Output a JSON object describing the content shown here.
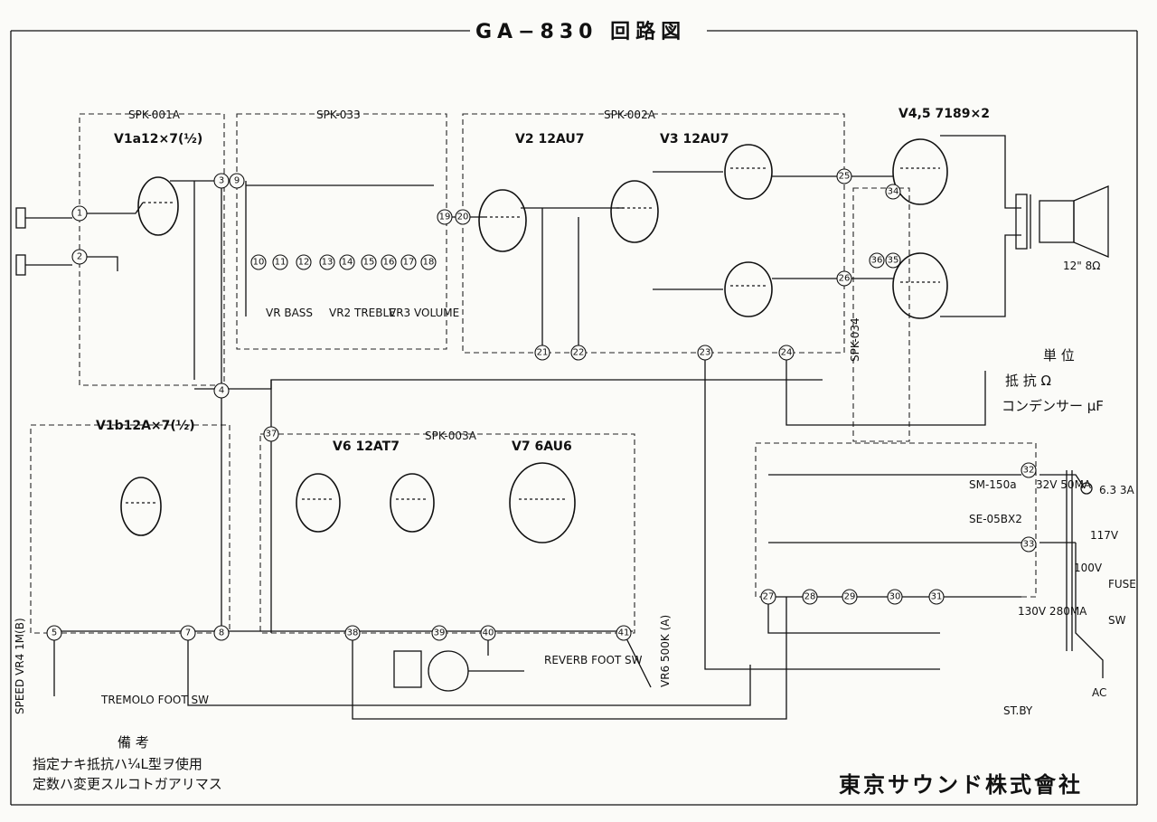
{
  "title": "GA−830 回路図",
  "sections": {
    "spk001a": "SPK-001A",
    "spk033": "SPK-033",
    "spk002a": "SPK-002A",
    "spk003a": "SPK-003A",
    "spk034": "SPK-034"
  },
  "tubes": {
    "v1a": "V1a12×7(½)",
    "v1b": "V1b12A×7(½)",
    "v2": "V2 12AU7",
    "v3": "V3 12AU7",
    "v45": "V4,5 7189×2",
    "v6": "V6 12AT7",
    "v7": "V7 6AU6"
  },
  "controls": {
    "bass": "VR BASS",
    "treble": "VR2 TREBLE",
    "volume": "VR3 VOLUME",
    "speed": "SPEED VR4 1M(B)",
    "tremolo": "TREMOLO FOOT SW",
    "reverb": "REVERB FOOT SW",
    "vr6": "VR6 500K (A)"
  },
  "speaker": "12\" 8Ω",
  "units": {
    "heading": "単 位",
    "resistance": "抵 抗 Ω",
    "capacitor": "コンデンサー μF"
  },
  "power": {
    "heater": "6.3 3A",
    "bias": "32V 50MA",
    "mains": "117V",
    "tap100": "100V",
    "fuse": "FUSE",
    "sw": "SW",
    "hv": "130V 280MA",
    "ac": "AC",
    "standby": "ST.BY",
    "sm": "SM-150a",
    "se": "SE-05BX2"
  },
  "notes": {
    "heading": "備 考",
    "line1": "指定ナキ抵抗ハ¼L型ヲ使用",
    "line2": "定数ハ変更スルコトガアリマス"
  },
  "company": "東京サウンド株式會社"
}
